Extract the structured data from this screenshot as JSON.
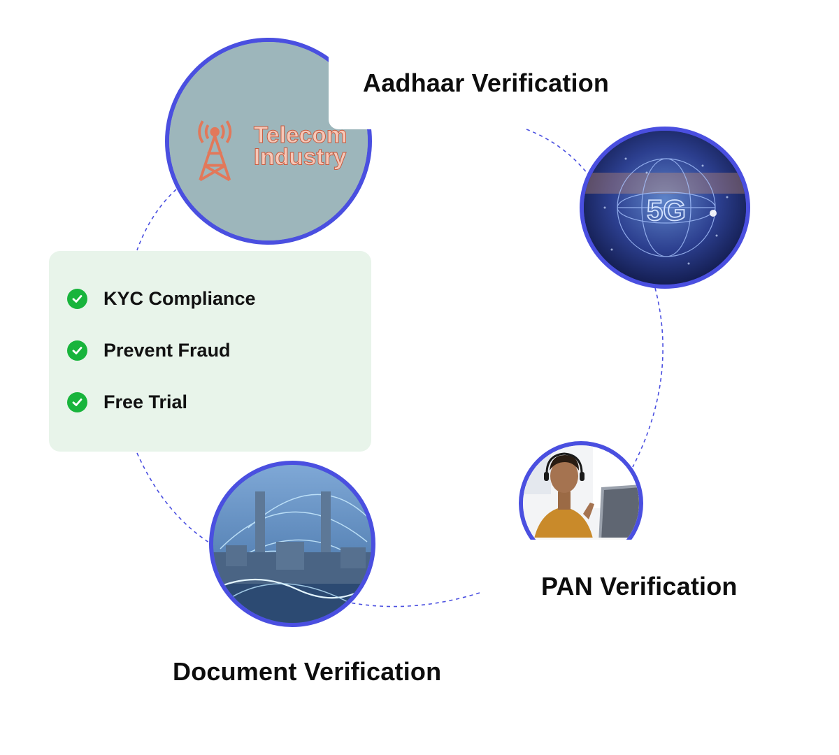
{
  "diagram": {
    "nodes": {
      "aadhaar": {
        "label": "Aadhaar Verification"
      },
      "pan": {
        "label": "PAN Verification"
      },
      "document": {
        "label": "Document Verification"
      }
    },
    "telecom_badge": {
      "line1": "Telecom",
      "line2": "Industry"
    },
    "globe_badge": {
      "text": "5G"
    },
    "features": [
      {
        "label": "KYC Compliance"
      },
      {
        "label": "Prevent Fraud"
      },
      {
        "label": "Free Trial"
      }
    ],
    "colors": {
      "ring": "#4a4fe0",
      "card": "#e8f4ea",
      "check": "#18b43c",
      "telecom_text": "#e2785a"
    }
  }
}
